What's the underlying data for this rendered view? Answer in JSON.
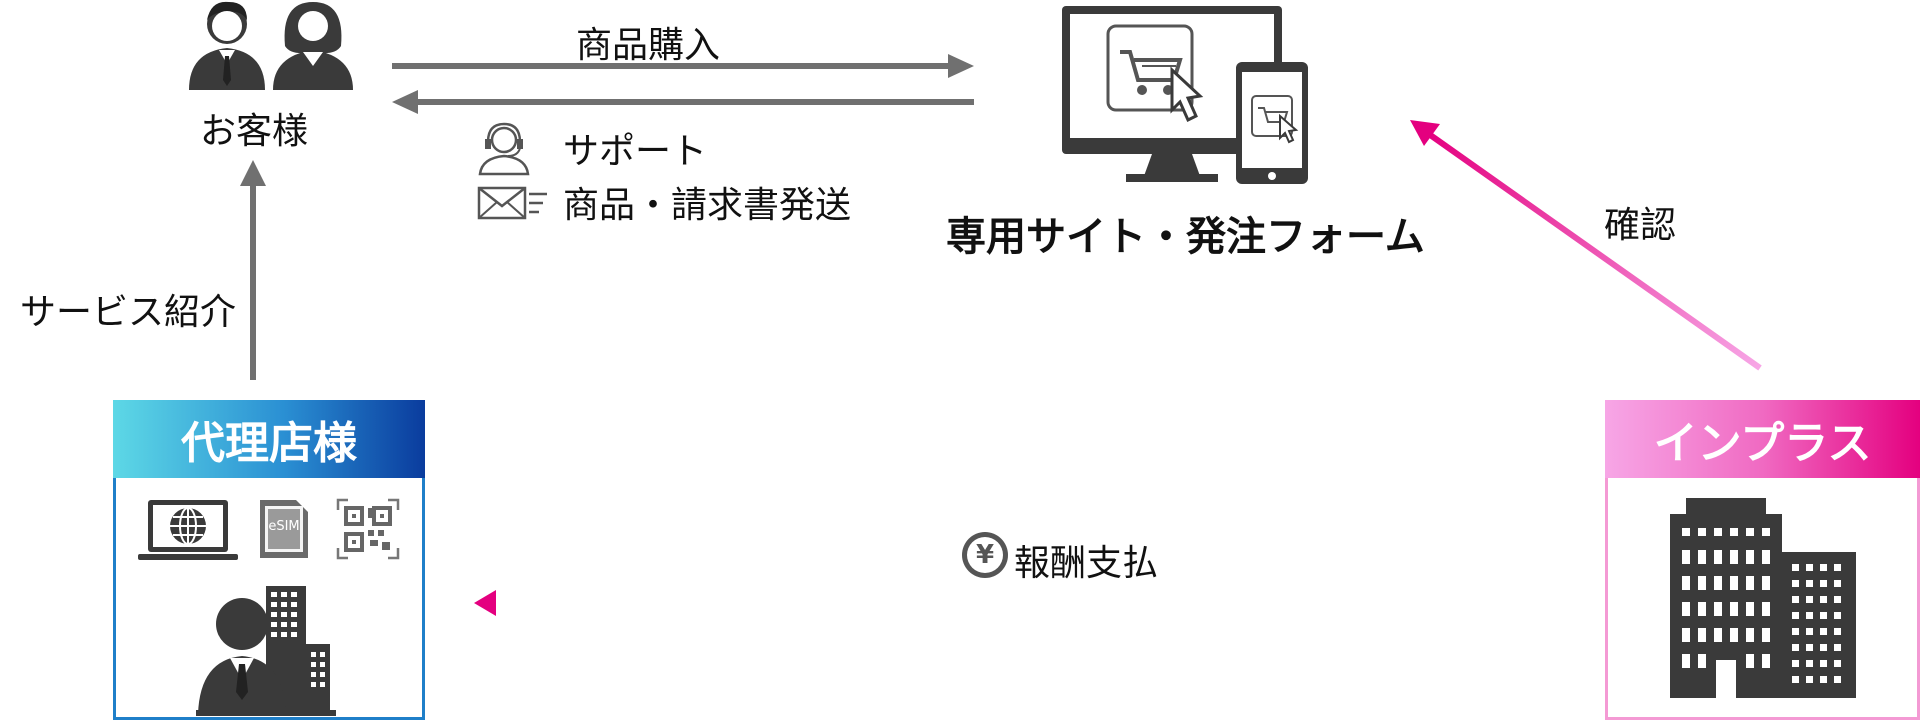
{
  "customer": {
    "label": "お客様"
  },
  "purchase": {
    "label": "商品購入"
  },
  "support": {
    "label": "サポート"
  },
  "delivery": {
    "label": "商品・請求書発送"
  },
  "site": {
    "label": "専用サイト・発注フォーム"
  },
  "confirm": {
    "label": "確認"
  },
  "introduce": {
    "label": "サービス紹介"
  },
  "agent": {
    "label": "代理店様",
    "esim_text": "eSIM"
  },
  "inplus": {
    "label": "インプラス"
  },
  "reward": {
    "label": "報酬支払",
    "yen_symbol": "¥"
  },
  "colors": {
    "gray_arrow": "#707070",
    "pink": "#e4007f",
    "light_pink": "#f7a6e6",
    "agent_blue": "#1f7fc9",
    "icon_dark": "#3a3a3a"
  }
}
